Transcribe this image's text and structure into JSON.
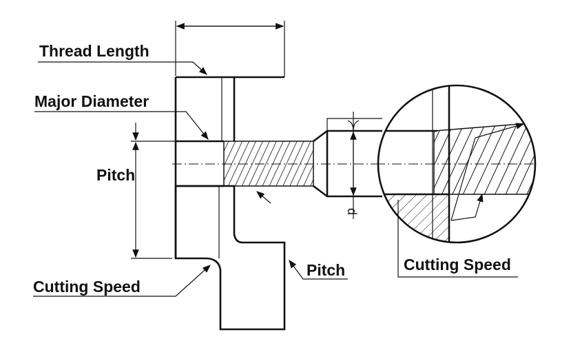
{
  "labels": {
    "thread_length": "Thread Length",
    "major_diameter": "Major Diameter",
    "pitch_left": "Pitch",
    "pitch_right": "Pitch",
    "cutting_speed_left": "Cutting Speed",
    "cutting_speed_right": "Cutting Speed",
    "diameter_symbol": "d"
  }
}
